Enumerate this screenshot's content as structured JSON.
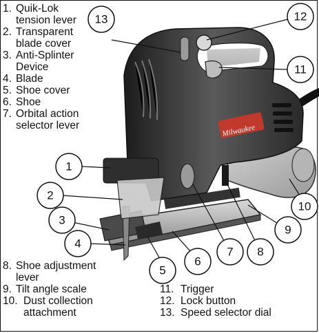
{
  "legend_top": [
    {
      "num": "1.",
      "lines": [
        "Quik-Lok",
        "tension lever"
      ]
    },
    {
      "num": "2.",
      "lines": [
        "Transparent",
        "blade cover"
      ]
    },
    {
      "num": "3.",
      "lines": [
        "Anti-Splinter",
        "Device"
      ]
    },
    {
      "num": "4.",
      "lines": [
        "Blade"
      ]
    },
    {
      "num": "5.",
      "lines": [
        "Shoe cover"
      ]
    },
    {
      "num": "6.",
      "lines": [
        "Shoe"
      ]
    },
    {
      "num": "7.",
      "lines": [
        "Orbital action",
        "selector lever"
      ]
    }
  ],
  "legend_bottom_left": [
    {
      "num": "8.",
      "lines": [
        "Shoe adjustment",
        "lever"
      ]
    },
    {
      "num": "9.",
      "lines": [
        "Tilt angle scale"
      ]
    },
    {
      "num": "10.",
      "lines": [
        "Dust collection",
        "attachment"
      ]
    }
  ],
  "legend_bottom_right": [
    {
      "num": "11.",
      "lines": [
        "Trigger"
      ]
    },
    {
      "num": "12.",
      "lines": [
        "Lock button"
      ]
    },
    {
      "num": "13.",
      "lines": [
        "Speed selector dial"
      ]
    }
  ],
  "callouts": [
    "1",
    "2",
    "3",
    "4",
    "5",
    "6",
    "7",
    "8",
    "9",
    "10",
    "11",
    "12",
    "13"
  ],
  "brand_text": "Milwaukee"
}
